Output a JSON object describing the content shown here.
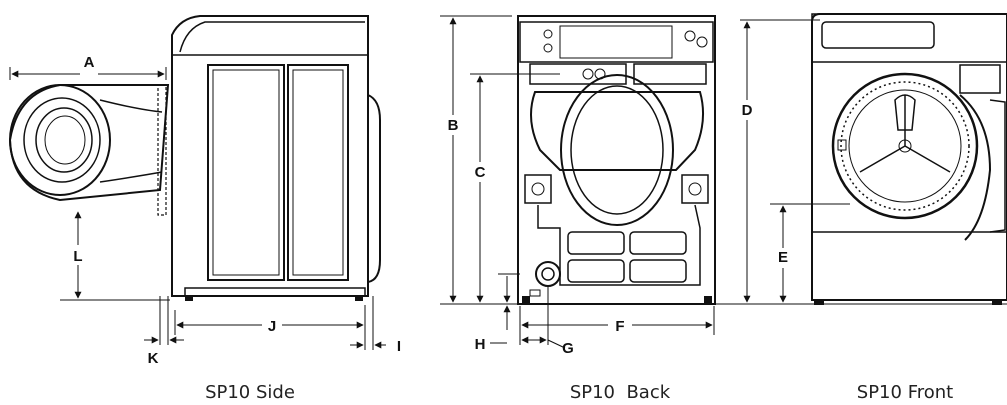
{
  "views": {
    "side": {
      "caption": "SP10 Side"
    },
    "back": {
      "caption": "SP10  Back"
    },
    "front": {
      "caption": "SP10 Front"
    }
  },
  "dimension_letters": {
    "A": "A",
    "B": "B",
    "C": "C",
    "D": "D",
    "E": "E",
    "F": "F",
    "G": "G",
    "H": "H",
    "I": "I",
    "J": "J",
    "K": "K",
    "L": "L"
  },
  "colors": {
    "line": "#111111",
    "background": "#ffffff"
  }
}
